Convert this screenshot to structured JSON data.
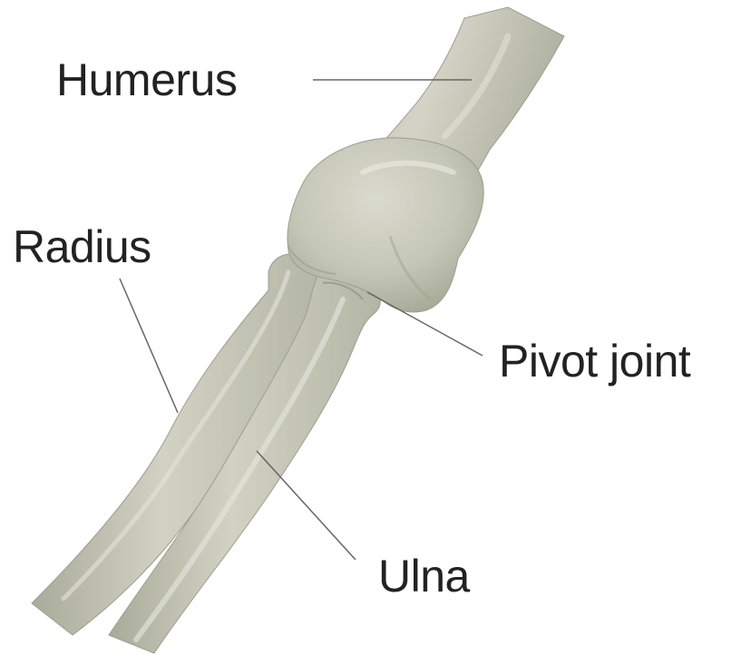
{
  "labels": {
    "humerus": "Humerus",
    "radius": "Radius",
    "pivot_joint": "Pivot joint",
    "ulna": "Ulna"
  },
  "colors": {
    "bone": "#c7c8b9",
    "bone_shadow": "#9ea08f",
    "bone_highlight": "#e8e9de",
    "leader_line": "#666666",
    "text": "#222222",
    "background": "#ffffff"
  }
}
